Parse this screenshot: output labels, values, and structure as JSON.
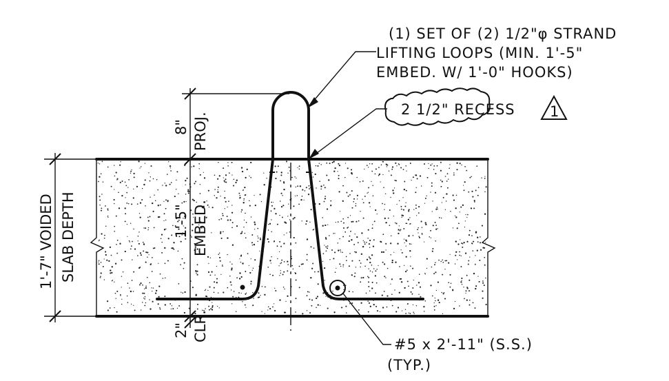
{
  "notes": {
    "loops_line1": "(1) SET OF (2) 1/2\"φ STRAND",
    "loops_line2": "LIFTING LOOPS (MIN. 1'-5\"",
    "loops_line3": "EMBED. W/ 1'-0\" HOOKS)",
    "recess": "2 1/2\" RECESS",
    "revision": "1",
    "bar_line1": "#5 x 2'-11\" (S.S.)",
    "bar_line2": "(TYP.)"
  },
  "dims": {
    "proj_value": "8\"",
    "proj_label": "PROJ.",
    "embed_value": "1'-5\"",
    "embed_label": "EMBED.",
    "clr_value": "2\"",
    "clr_label": "CLR.",
    "slab_line1": "1'-7\" VOIDED",
    "slab_line2": "SLAB DEPTH"
  }
}
